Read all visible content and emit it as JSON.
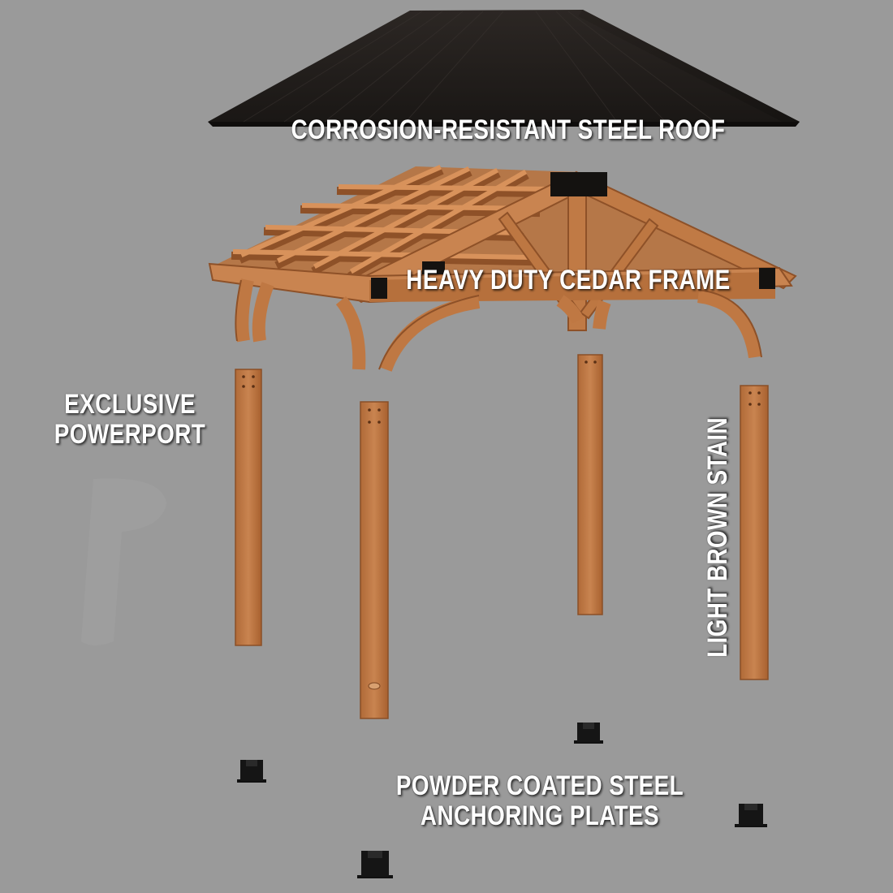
{
  "labels": {
    "roof": "CORROSION-RESISTANT STEEL ROOF",
    "frame": "HEAVY DUTY CEDAR FRAME",
    "powerport_line1": "EXCLUSIVE",
    "powerport_line2": "POWERPORT",
    "stain": "LIGHT BROWN STAIN",
    "plates_line1": "POWDER COATED STEEL",
    "plates_line2": "ANCHORING PLATES"
  },
  "colors": {
    "background": "#9a9a9a",
    "roof": "#231f1c",
    "cedar": "#c07a45",
    "cedar_dark": "#9c5a2c",
    "steel": "#111111",
    "text": "#ffffff"
  }
}
